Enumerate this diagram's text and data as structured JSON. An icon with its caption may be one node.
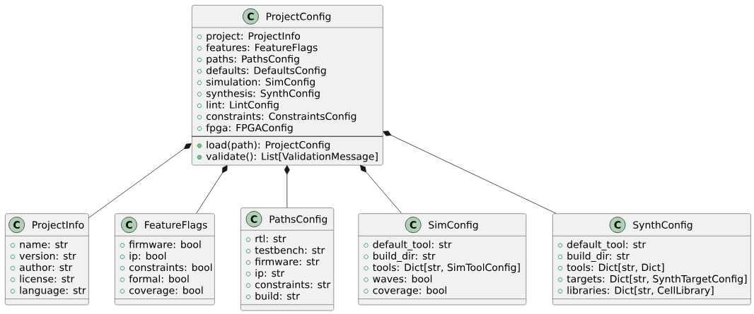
{
  "diagram": {
    "nodes": [
      {
        "text": [
          "C",
          "ProjectConfig",
          "project: ProjectInfo",
          "features: FeatureFlags",
          "paths: PathsConfig",
          "defaults: DefaultsConfig",
          "simulation: SimConfig",
          "synthesis: SynthConfig",
          "lint: LintConfig",
          "constraints: ConstraintsConfig",
          "fpga: FPGAConfig",
          "load(path): ProjectConfig",
          "validate(): List[ValidationMessage]"
        ]
      },
      {
        "text": [
          "C",
          "ProjectInfo",
          "name: str",
          "version: str",
          "author: str",
          "license: str",
          "language: str"
        ]
      },
      {
        "text": [
          "C",
          "FeatureFlags",
          "firmware: bool",
          "ip: bool",
          "constraints: bool",
          "formal: bool",
          "coverage: bool"
        ]
      },
      {
        "text": [
          "C",
          "PathsConfig",
          "rtl: str",
          "testbench: str",
          "firmware: str",
          "ip: str",
          "constraints: str",
          "build: str"
        ]
      },
      {
        "text": [
          "C",
          "SimConfig",
          "default_tool: str",
          "build_dir: str",
          "tools: Dict[str, SimToolConfig]",
          "waves: bool",
          "coverage: bool"
        ]
      },
      {
        "text": [
          "C",
          "SynthConfig",
          "default_tool: str",
          "build_dir: str",
          "tools: Dict[str, Dict]",
          "targets: Dict[str, SynthTargetConfig]",
          "libraries: Dict[str, CellLibrary]"
        ]
      }
    ],
    "edges": [
      {
        "from": 0,
        "to": 1,
        "arrow": "other"
      },
      {
        "from": 0,
        "to": 2,
        "arrow": "other"
      },
      {
        "from": 0,
        "to": 3,
        "arrow": "other"
      },
      {
        "from": 0,
        "to": 4,
        "arrow": "other"
      },
      {
        "from": 0,
        "to": 5,
        "arrow": "other"
      }
    ]
  }
}
